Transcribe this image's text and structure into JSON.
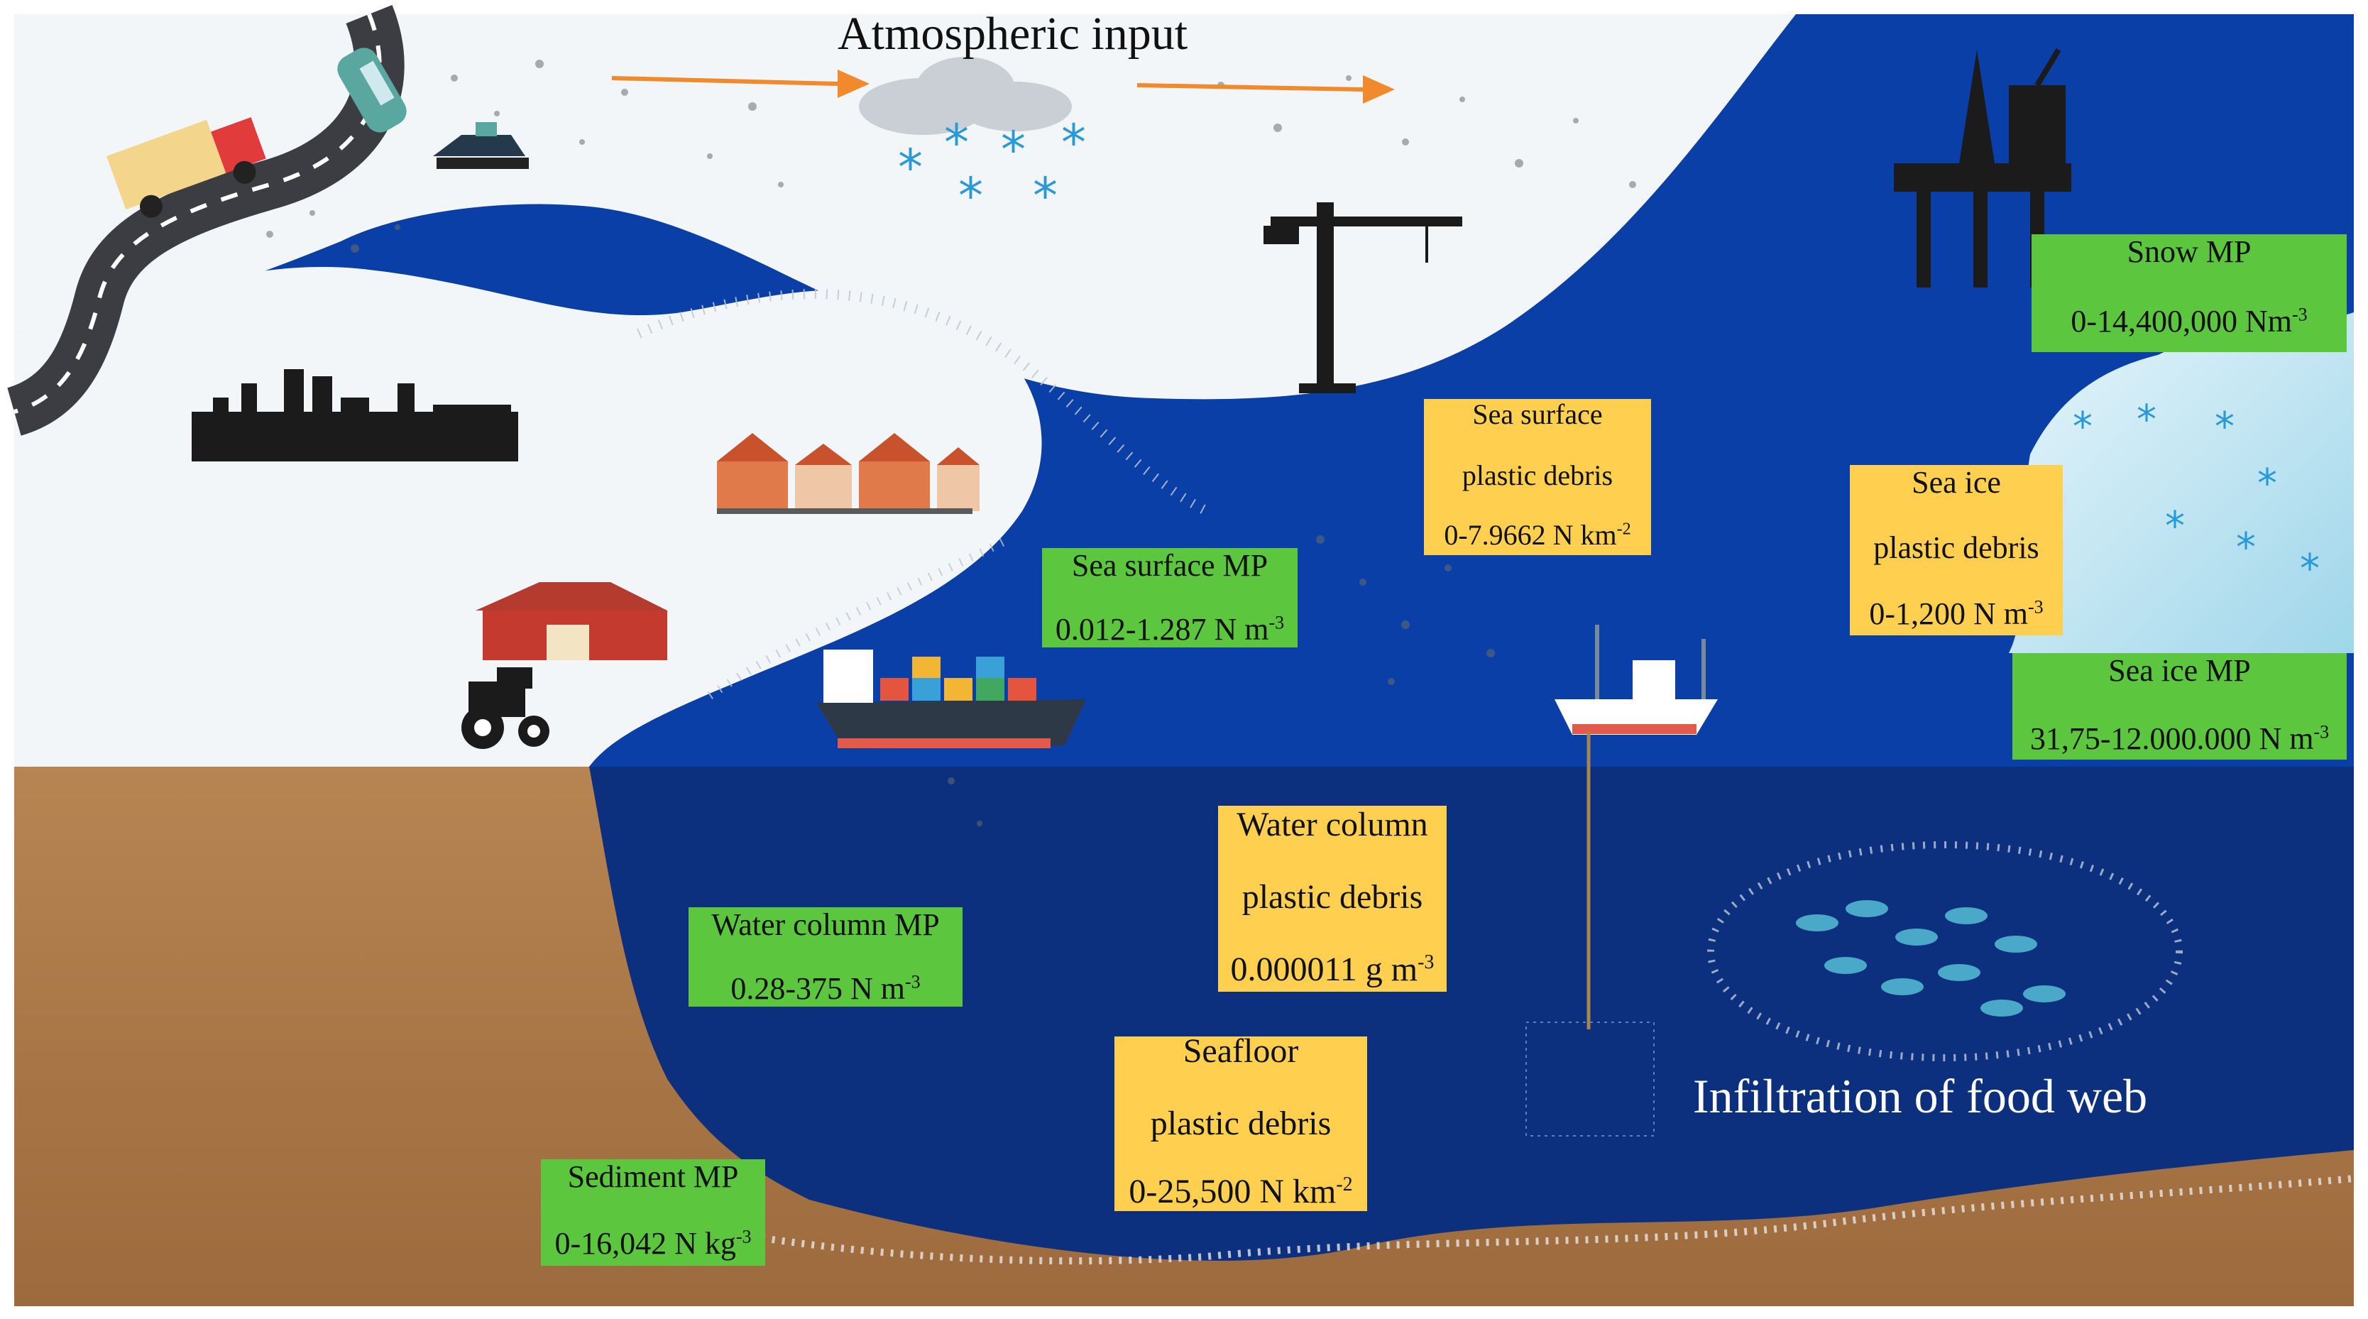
{
  "title": "Atmospheric input",
  "food_web_label": "Infiltration of food web",
  "labels": {
    "snow_mp": {
      "line1": "Snow MP",
      "line2": "0-14,400,000 Nm",
      "sup": "-3"
    },
    "sea_surface_debris": {
      "line1": "Sea surface",
      "line2": "plastic debris",
      "line3": "0-7.9662 N km",
      "sup": "-2"
    },
    "sea_ice_debris": {
      "line1": "Sea ice",
      "line2": "plastic debris",
      "line3": "0-1,200 N m",
      "sup": "-3"
    },
    "sea_ice_mp": {
      "line1": "Sea ice MP",
      "line2": "31,75-12.000.000 N m",
      "sup": "-3"
    },
    "sea_surface_mp": {
      "line1": "Sea surface MP",
      "line2": "0.012-1.287 N m",
      "sup": "-3"
    },
    "water_column_debris": {
      "line1": "Water column",
      "line2": "plastic debris",
      "line3": "0.000011 g m",
      "sup": "-3"
    },
    "water_column_mp": {
      "line1": "Water column MP",
      "line2": "0.28-375 N m",
      "sup": "-3"
    },
    "seafloor_debris": {
      "line1": "Seafloor",
      "line2": "plastic debris",
      "line3": "0-25,500 N km",
      "sup": "-2"
    },
    "sediment_mp": {
      "line1": "Sediment MP",
      "line2": "0-16,042 N kg",
      "sup": "-3"
    }
  },
  "colors": {
    "ocean": "#0a3fa8",
    "deep_water": "#0c2f7e",
    "land": "#f3f6f8",
    "seabed": "#b07a4b",
    "mp_box": "#5cc63f",
    "debris_box": "#ffd04f",
    "arrow": "#f08a2c"
  },
  "icons": [
    "road-icon",
    "car-icon",
    "truck-icon",
    "snowmobile-icon",
    "cloud-icon",
    "snowflake-icon",
    "crane-icon",
    "oil-rig-icon",
    "factory-icon",
    "houses-icon",
    "barn-icon",
    "tractor-icon",
    "cargo-ship-icon",
    "fishing-boat-icon",
    "iceberg-icon",
    "fish-school-icon",
    "net-icon"
  ]
}
